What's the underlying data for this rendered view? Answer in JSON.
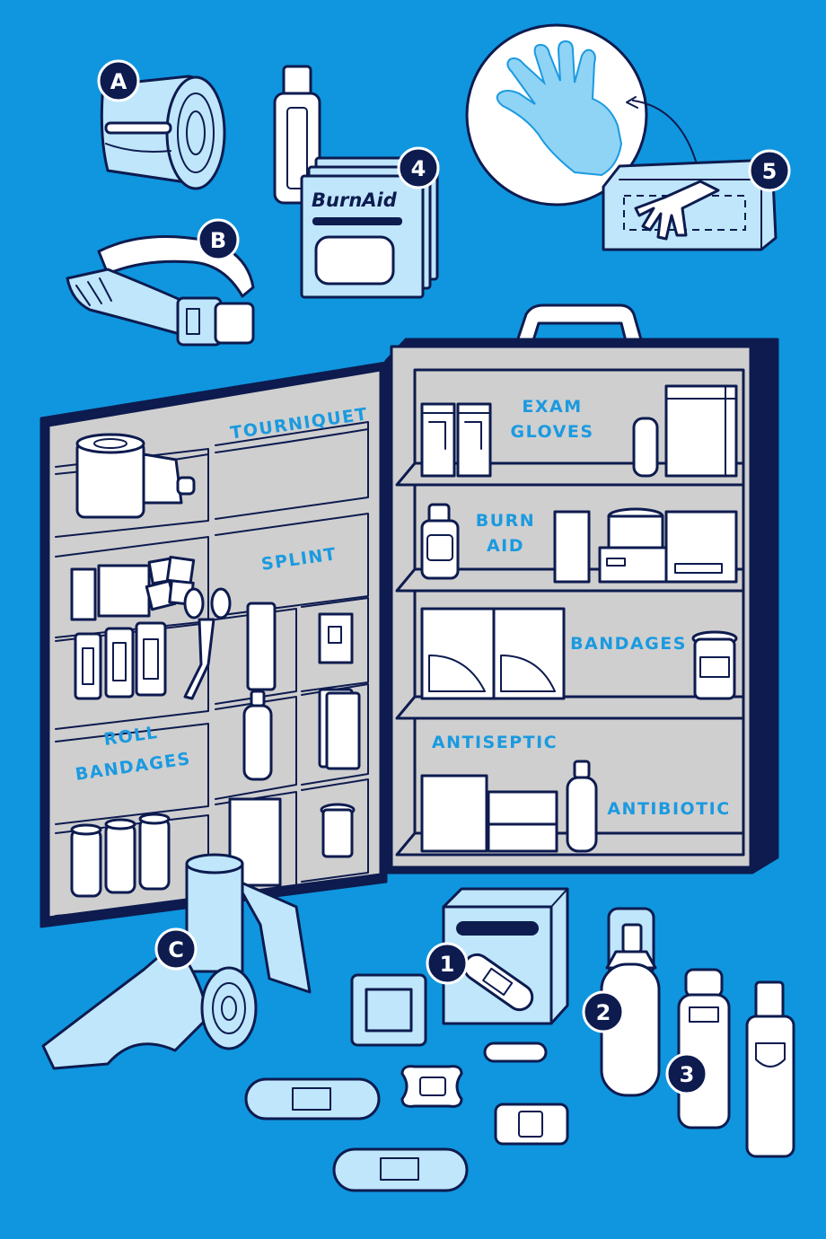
{
  "colors": {
    "background": "#0f96df",
    "outline": "#0d1b4f",
    "label": "#1a9ae0",
    "cabinet": "#cfcfcf",
    "light_blue": "#bfe6fb",
    "badge": "#0d1b4f"
  },
  "badges": {
    "a": "A",
    "b": "B",
    "c": "C",
    "n1": "1",
    "n2": "2",
    "n3": "3",
    "n4": "4",
    "n5": "5"
  },
  "burnaid_box": {
    "brand": "BurnAid"
  },
  "door_labels": {
    "tourniquet": "TOURNIQUET",
    "splint": "SPLINT",
    "roll": "ROLL",
    "bandages": "BANDAGES"
  },
  "shelf_labels": {
    "exam": "EXAM",
    "gloves": "GLOVES",
    "burn": "BURN",
    "aid": "AID",
    "bandages": "BANDAGES",
    "antiseptic": "ANTISEPTIC",
    "antibiotic": "ANTIBIOTIC"
  }
}
